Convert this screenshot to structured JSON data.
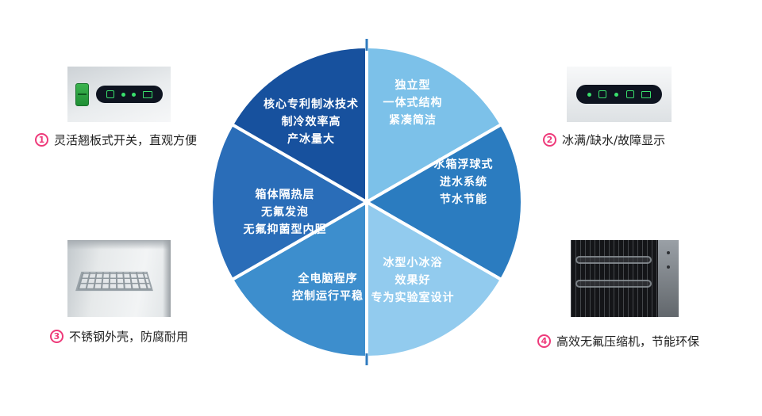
{
  "accent_color": "#ee3a7a",
  "chart_data": {
    "type": "pie",
    "title": "",
    "divider_color": "#ffffff",
    "tick_color": "#2f7bbf",
    "sectors": [
      {
        "id": "independent",
        "value": 60,
        "color": "#7cc1e9",
        "lines": [
          "独立型",
          "一体式结构",
          "紧凑简洁"
        ]
      },
      {
        "id": "water-system",
        "value": 60,
        "color": "#2b7cc0",
        "lines": [
          "水箱浮球式",
          "进水系统",
          "节水节能"
        ]
      },
      {
        "id": "ice-bath",
        "value": 60,
        "color": "#92cbee",
        "lines": [
          "冰型小冰浴",
          "效果好",
          "专为实验室设计"
        ]
      },
      {
        "id": "computer-control",
        "value": 60,
        "color": "#3d8ecd",
        "lines": [
          "全电脑程序",
          "控制运行平稳"
        ]
      },
      {
        "id": "insulation",
        "value": 60,
        "color": "#2a6db8",
        "lines": [
          "箱体隔热层",
          "无氟发泡",
          "无氟抑菌型内胆"
        ]
      },
      {
        "id": "core-tech",
        "value": 60,
        "color": "#17519e",
        "lines": [
          "核心专利制冰技术",
          "制冷效率高",
          "产冰量大"
        ]
      }
    ]
  },
  "features": [
    {
      "number": "1",
      "caption": "灵活翘板式开关，直观方便"
    },
    {
      "number": "2",
      "caption": "冰满/缺水/故障显示"
    },
    {
      "number": "3",
      "caption": "不锈钢外壳，防腐耐用"
    },
    {
      "number": "4",
      "caption": "高效无氟压缩机，节能环保"
    }
  ]
}
